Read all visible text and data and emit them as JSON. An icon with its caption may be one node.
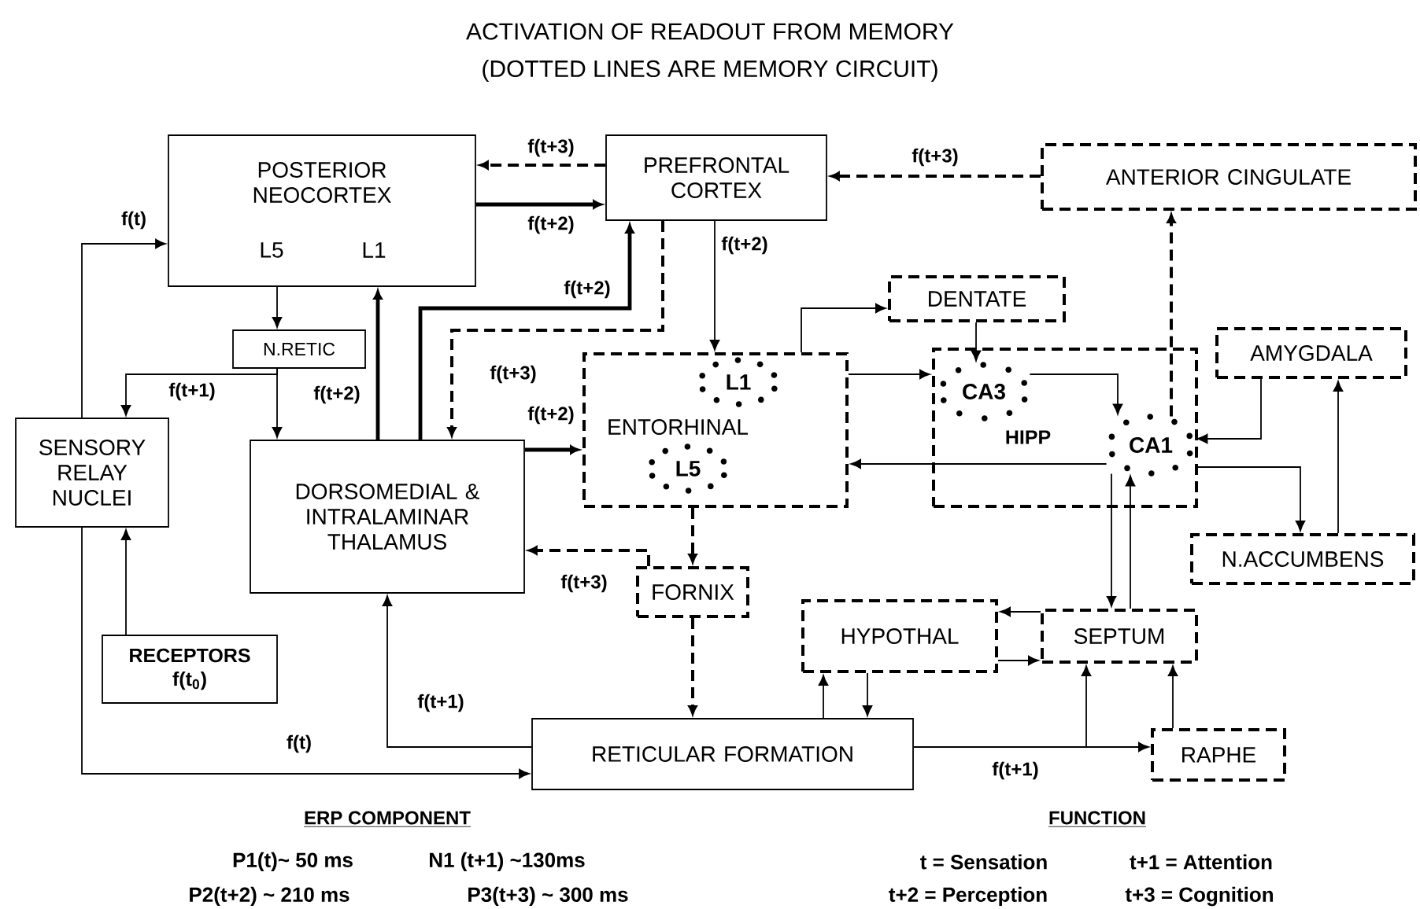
{
  "diagram": {
    "title": "ACTIVATION OF READOUT FROM MEMORY",
    "nodes": [
      {
        "text": [
          "POSTERIOR NEOCORTEX",
          "L5",
          "L1"
        ]
      },
      {
        "text": [
          "PREFRONTAL CORTEX"
        ]
      },
      {
        "text": [
          "ANTERIOR CINGULATE"
        ]
      },
      {
        "text": [
          "N.RETIC"
        ]
      },
      {
        "text": [
          "SENSORY RELAY NUCLEI"
        ]
      },
      {
        "text": [
          "DORSOMEDIAL & INTRALAMINAR THALAMUS"
        ]
      },
      {
        "text": [
          "L1",
          "ENTORHINAL",
          "L5"
        ]
      },
      {
        "text": [
          "DENTATE"
        ]
      },
      {
        "text": [
          "HIPP"
        ]
      },
      {
        "text": [
          "CA3"
        ],
        "in": 8
      },
      {
        "text": [
          "CA1"
        ],
        "in": 8
      },
      {
        "text": [
          "AMYGDALA"
        ]
      },
      {
        "text": [
          "N.ACCUMBENS"
        ]
      },
      {
        "text": [
          "FORNIX"
        ]
      },
      {
        "text": [
          "HYPOTHAL"
        ]
      },
      {
        "text": [
          "SEPTUM"
        ]
      },
      {
        "text": [
          "RECEPTORS f(t$_{0}$)"
        ]
      },
      {
        "text": [
          "RETICULAR FORMATION"
        ]
      },
      {
        "text": [
          "RAPHE"
        ]
      }
    ],
    "edges": [
      {
        "from": 4,
        "to": 0,
        "arrow": "to",
        "label": "f(t)"
      },
      {
        "from": 1,
        "to": 0,
        "arrow": "to",
        "label": "f(t+3)",
        "style": "dashed"
      },
      {
        "from": 0,
        "to": 1,
        "arrow": "to",
        "label": "f(t+2)",
        "style": "thick"
      },
      {
        "from": 2,
        "to": 1,
        "arrow": "to",
        "label": "f(t+3)",
        "style": "dashed"
      },
      {
        "from": 0,
        "to": 3,
        "arrow": "to"
      },
      {
        "from": 3,
        "to": 4,
        "arrow": "to",
        "label": "f(t+1)"
      },
      {
        "from": 3,
        "to": 5,
        "arrow": "to"
      },
      {
        "from": 5,
        "to": 0,
        "arrow": "to",
        "label": "f(t+2)",
        "style": "thick"
      },
      {
        "from": 5,
        "to": 1,
        "arrow": "to",
        "label": "f(t+2)",
        "style": "thick"
      },
      {
        "from": 1,
        "to": 5,
        "arrow": "to",
        "label": "f(t+3)",
        "style": "dashed"
      },
      {
        "from": 5,
        "to": 6,
        "arrow": "to",
        "label": "f(t+2)",
        "style": "thick"
      },
      {
        "from": 1,
        "to": 6,
        "arrow": "to",
        "label": "f(t+2)"
      },
      {
        "from": 6,
        "to": 7,
        "arrow": "to"
      },
      {
        "from": 7,
        "to": 9,
        "arrow": "to"
      },
      {
        "from": 6,
        "to": 8,
        "arrow": "to"
      },
      {
        "from": 9,
        "to": 10,
        "arrow": "to"
      },
      {
        "from": 10,
        "to": 6,
        "arrow": "to"
      },
      {
        "from": 10,
        "to": 2,
        "arrow": "to",
        "style": "dashed"
      },
      {
        "from": 11,
        "to": 10,
        "arrow": "to"
      },
      {
        "from": 10,
        "to": 12,
        "arrow": "to"
      },
      {
        "from": 12,
        "to": 11,
        "arrow": "to"
      },
      {
        "from": 10,
        "to": 15,
        "arrow": "to"
      },
      {
        "from": 15,
        "to": 10,
        "arrow": "to"
      },
      {
        "from": 6,
        "to": 13,
        "arrow": "to",
        "style": "dashed"
      },
      {
        "from": 13,
        "to": 5,
        "arrow": "to",
        "label": "f(t+3)",
        "style": "dashed"
      },
      {
        "from": 13,
        "to": 17,
        "arrow": "to",
        "style": "dashed"
      },
      {
        "from": 15,
        "to": 14,
        "arrow": "to"
      },
      {
        "from": 14,
        "to": 15,
        "arrow": "to"
      },
      {
        "from": 17,
        "to": 14,
        "arrow": "to"
      },
      {
        "from": 14,
        "to": 17,
        "arrow": "to"
      },
      {
        "from": 17,
        "to": 18,
        "arrow": "to",
        "label": "f(t+1)"
      },
      {
        "from": 17,
        "to": 15,
        "arrow": "to"
      },
      {
        "from": 18,
        "to": 15,
        "arrow": "to"
      },
      {
        "from": 17,
        "to": 5,
        "arrow": "to",
        "label": "f(t+1)"
      },
      {
        "from": 4,
        "to": 17,
        "arrow": "to",
        "label": "f(t)"
      },
      {
        "from": 16,
        "to": 4,
        "arrow": "to"
      }
    ],
    "labels": [
      "(DOTTED LINES ARE MEMORY CIRCUIT)",
      "ERP COMPONENT",
      "FUNCTION",
      "P1(t)~ 50 ms",
      "N1 (t+1) ~130ms",
      "t = Sensation",
      "t+1 = Attention",
      "P2(t+2) ~ 210 ms",
      "P3(t+3) ~ 300 ms",
      "t+2 = Perception",
      "t+3 = Cognition"
    ]
  }
}
